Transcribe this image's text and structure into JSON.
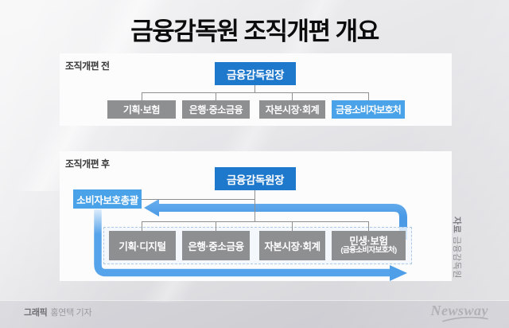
{
  "title": "금융감독원 조직개편 개요",
  "before": {
    "label": "조직개편 전",
    "root": "금융감독원장",
    "children": [
      {
        "label": "기획·보험"
      },
      {
        "label": "은행·중소금융"
      },
      {
        "label": "자본시장·회계"
      },
      {
        "label": "금융소비자보호처"
      }
    ]
  },
  "after": {
    "label": "조직개편 후",
    "root": "금융감독원장",
    "side_box": "소비자보호총괄",
    "children": [
      {
        "label": "기획·디지털"
      },
      {
        "label": "은행·중소금융"
      },
      {
        "label": "자본시장·회계"
      },
      {
        "label": "민생·보험",
        "sublabel": "(금융소비자보호처)"
      }
    ]
  },
  "source": {
    "bold": "자료",
    "text": "금융감독원"
  },
  "footer": {
    "credit_bold": "그래픽",
    "credit": "홍연택 기자",
    "logo": "Newsway"
  },
  "colors": {
    "root_blue": "#1e78cc",
    "light_blue": "#4aa3e8",
    "gray_box": "#8e8f91",
    "arrow_blue": "#55a3ea",
    "dashed_border": "#aec9e6"
  }
}
